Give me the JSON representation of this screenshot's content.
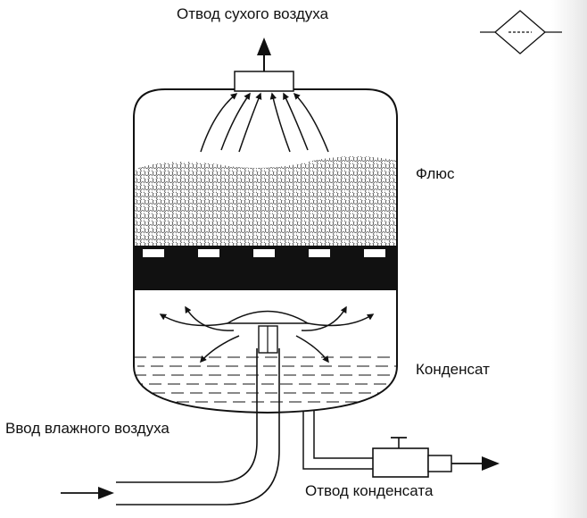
{
  "labels": {
    "dry_air_outlet": "Отвод сухого воздуха",
    "flux": "Флюс",
    "condensate": "Конденсат",
    "wet_air_inlet": "Ввод влажного воздуха",
    "condensate_outlet": "Отвод конденсата"
  },
  "colors": {
    "line": "#111111",
    "fill_dark": "#111111",
    "background": "#ffffff"
  },
  "icons": {
    "corner_symbol": "filter-symbol-icon"
  }
}
